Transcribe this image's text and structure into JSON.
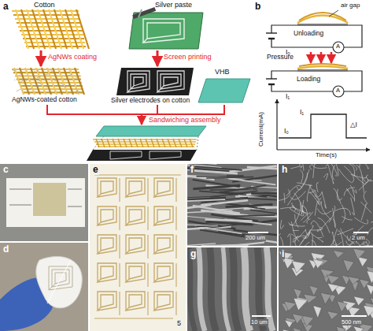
{
  "diagram": {
    "labels": [
      "a",
      "Cotton",
      "Silver paste",
      "AgNWs coating",
      "Screen printing",
      "VHB",
      "AgNWs-coated cotton",
      "Silver electrodes on cotton",
      "Sandwiching assembly",
      "b",
      "air gap",
      "Unloading",
      "A",
      "I₀",
      "Pressure",
      "Loading",
      "A",
      "I₁",
      "Current(mA)",
      "I₁",
      "I₀",
      "△I",
      "Time(s)",
      "c",
      "d",
      "e",
      "5",
      "f",
      "200 um",
      "g",
      "10 um",
      "h",
      "2 um",
      "i",
      "500 nm"
    ]
  }
}
